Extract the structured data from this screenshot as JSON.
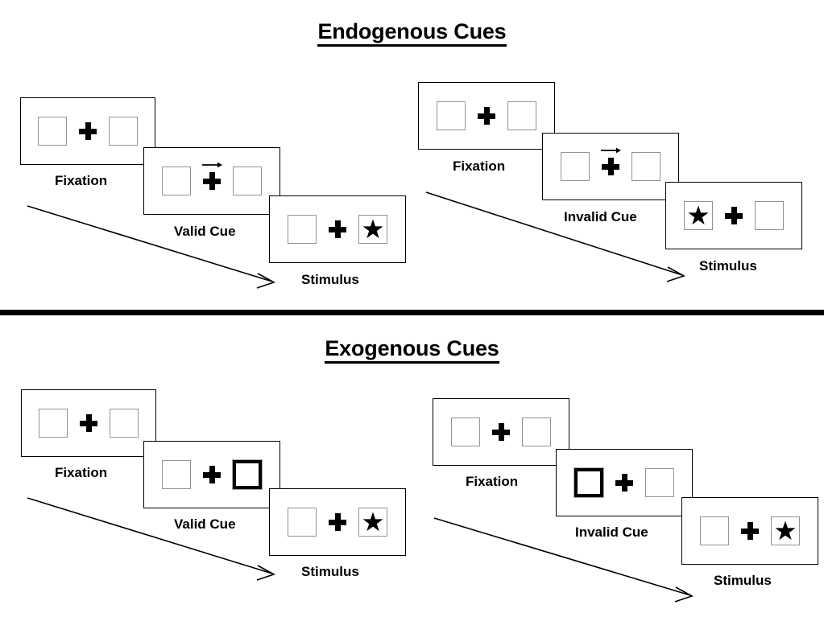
{
  "page": {
    "background": "#ffffff",
    "ink": "#000000",
    "box_outline_color": "#939393",
    "cue_box_color": "#000000"
  },
  "sections": [
    {
      "id": "endogenous",
      "title": "Endogenous Cues",
      "panels": [
        {
          "id": "endogenous-valid",
          "frames": [
            {
              "label": "Fixation",
              "left_box": "empty",
              "right_box": "empty",
              "center": "fixation-cross",
              "cue_arrow": "none"
            },
            {
              "label": "Valid Cue",
              "left_box": "empty",
              "right_box": "empty",
              "center": "fixation-cross",
              "cue_arrow": "right-arrow"
            },
            {
              "label": "Stimulus",
              "left_box": "empty",
              "right_box": "star",
              "center": "fixation-cross",
              "cue_arrow": "none"
            }
          ]
        },
        {
          "id": "endogenous-invalid",
          "frames": [
            {
              "label": "Fixation",
              "left_box": "empty",
              "right_box": "empty",
              "center": "fixation-cross",
              "cue_arrow": "none"
            },
            {
              "label": "Invalid Cue",
              "left_box": "empty",
              "right_box": "empty",
              "center": "fixation-cross",
              "cue_arrow": "right-arrow"
            },
            {
              "label": "Stimulus",
              "left_box": "star",
              "right_box": "empty",
              "center": "fixation-cross",
              "cue_arrow": "none"
            }
          ]
        }
      ]
    },
    {
      "id": "exogenous",
      "title": "Exogenous Cues",
      "panels": [
        {
          "id": "exogenous-valid",
          "frames": [
            {
              "label": "Fixation",
              "left_box": "empty",
              "right_box": "empty",
              "center": "fixation-cross",
              "cue_arrow": "none"
            },
            {
              "label": "Valid Cue",
              "left_box": "empty",
              "right_box": "highlighted",
              "center": "fixation-cross",
              "cue_arrow": "none"
            },
            {
              "label": "Stimulus",
              "left_box": "empty",
              "right_box": "star",
              "center": "fixation-cross",
              "cue_arrow": "none"
            }
          ]
        },
        {
          "id": "exogenous-invalid",
          "frames": [
            {
              "label": "Fixation",
              "left_box": "empty",
              "right_box": "empty",
              "center": "fixation-cross",
              "cue_arrow": "none"
            },
            {
              "label": "Invalid Cue",
              "left_box": "highlighted",
              "right_box": "empty",
              "center": "fixation-cross",
              "cue_arrow": "none"
            },
            {
              "label": "Stimulus",
              "left_box": "empty",
              "right_box": "star",
              "center": "fixation-cross",
              "cue_arrow": "none"
            }
          ]
        }
      ]
    }
  ],
  "labels": {
    "fixation": "Fixation",
    "valid_cue": "Valid Cue",
    "invalid_cue": "Invalid Cue",
    "stimulus": "Stimulus"
  },
  "time_arrows": {
    "count": 4,
    "direction": "down-right",
    "meaning": "time-progression"
  }
}
